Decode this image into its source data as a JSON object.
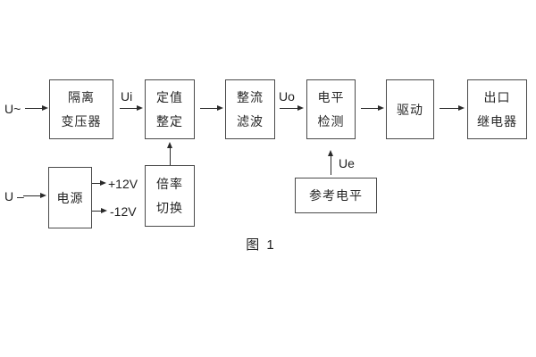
{
  "diagram": {
    "caption": "图 1",
    "colors": {
      "background": "#ffffff",
      "box_border": "#4a4a4a",
      "line": "#2a2a2a",
      "text": "#222222"
    },
    "inputs": {
      "ac_label": "U~",
      "dc_label": "U –"
    },
    "signals": {
      "ui": "Ui",
      "uo": "Uo",
      "ue": "Ue",
      "plus12": "+12V",
      "minus12": "-12V"
    },
    "blocks": [
      {
        "id": "isolation-transformer",
        "lines": [
          "隔离",
          "变压器"
        ]
      },
      {
        "id": "value-setting",
        "lines": [
          "定值",
          "整定"
        ]
      },
      {
        "id": "rectifier-filter",
        "lines": [
          "整流",
          "滤波"
        ]
      },
      {
        "id": "level-detection",
        "lines": [
          "电平",
          "检测"
        ]
      },
      {
        "id": "driver",
        "lines": [
          "驱动"
        ]
      },
      {
        "id": "output-relay",
        "lines": [
          "出口",
          "继电器"
        ]
      },
      {
        "id": "power-supply",
        "lines": [
          "电源"
        ]
      },
      {
        "id": "multiplier-switch",
        "lines": [
          "倍率",
          "切换"
        ]
      },
      {
        "id": "reference-level",
        "lines": [
          "参考电平"
        ]
      }
    ]
  }
}
